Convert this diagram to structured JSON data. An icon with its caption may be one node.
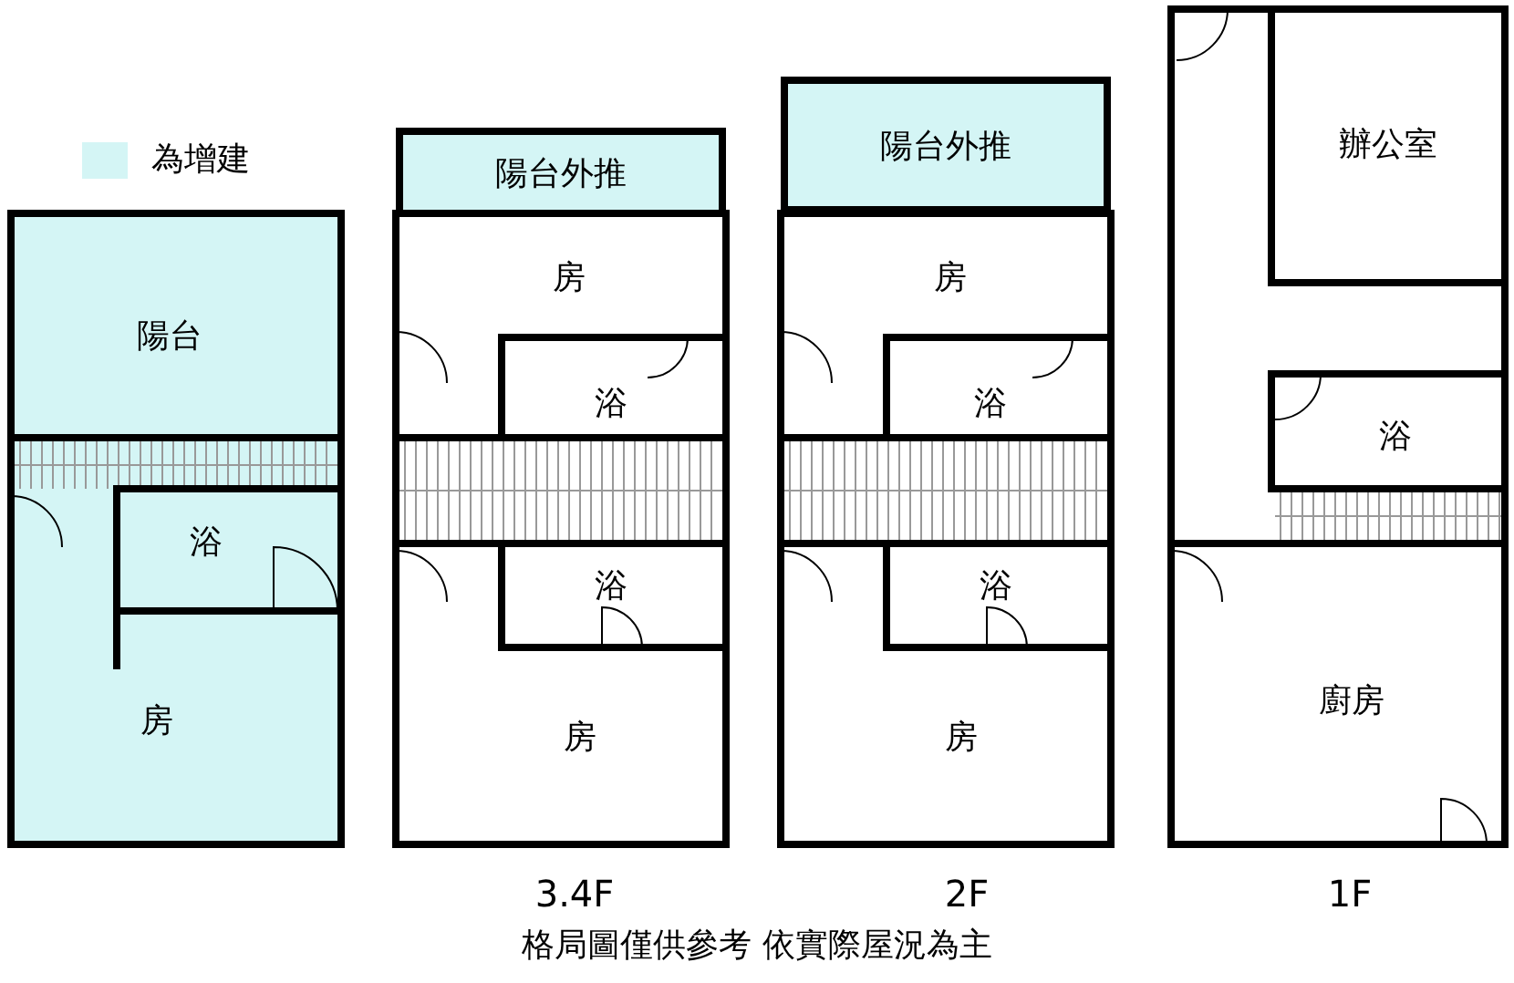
{
  "diagram": {
    "caption": "格局圖僅供參考 依實際屋況為主",
    "nodes": [
      {
        "text": [
          "陽台"
        ]
      },
      {
        "text": [
          "浴"
        ]
      },
      {
        "text": [
          "房"
        ]
      },
      {
        "text": [
          "陽台外推"
        ]
      },
      {
        "text": [
          "房"
        ]
      },
      {
        "text": [
          "浴"
        ]
      },
      {
        "text": [
          "浴"
        ]
      },
      {
        "text": [
          "房"
        ]
      },
      {
        "text": [
          "陽台外推"
        ]
      },
      {
        "text": [
          "房"
        ]
      },
      {
        "text": [
          "浴"
        ]
      },
      {
        "text": [
          "浴"
        ]
      },
      {
        "text": [
          "房"
        ]
      },
      {
        "text": [
          "辦公室"
        ]
      },
      {
        "text": [
          "浴"
        ]
      },
      {
        "text": [
          "廚房"
        ]
      }
    ],
    "labels": [
      "3.4F",
      "2F",
      "1F"
    ],
    "legend": [
      {
        "text": "為增建",
        "color": "#d4f5f5"
      }
    ]
  }
}
